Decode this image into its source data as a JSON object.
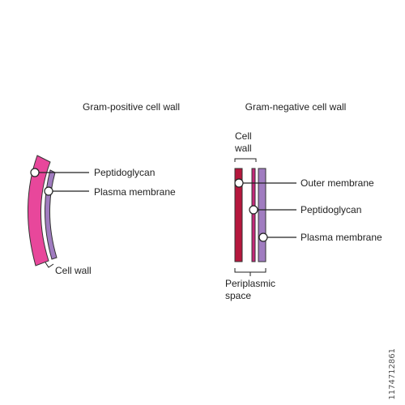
{
  "left_panel": {
    "title": "Gram-positive cell wall",
    "labels": {
      "peptidoglycan": "Peptidoglycan",
      "plasma_membrane": "Plasma membrane",
      "cell_wall": "Cell wall"
    }
  },
  "right_panel": {
    "title": "Gram-negative cell wall",
    "labels": {
      "cell_wall_line1": "Cell",
      "cell_wall_line2": "wall",
      "outer_membrane": "Outer membrane",
      "peptidoglycan": "Peptidoglycan",
      "plasma_membrane": "Plasma membrane",
      "periplasmic_line1": "Periplasmic",
      "periplasmic_line2": "space"
    }
  },
  "colors": {
    "peptidoglycan_thick": "#e8479b",
    "plasma_membrane": "#a07cc0",
    "outer_membrane": "#b5173d",
    "thin_peptidoglycan": "#c6287a",
    "outline": "#333333"
  },
  "watermark": "1174712861"
}
